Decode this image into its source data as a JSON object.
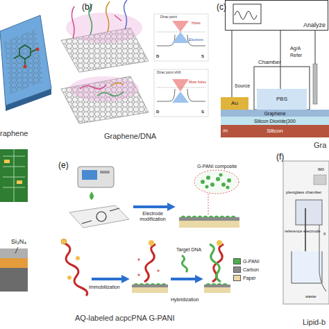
{
  "diagram": {
    "nodes": [
      {
        "text": [
          "Analyze"
        ]
      },
      {
        "text": [
          "PBS"
        ]
      },
      {
        "text": [
          "Au"
        ]
      },
      {
        "text": [
          "Graphene"
        ]
      },
      {
        "text": [
          "Silicon Dioxide(300"
        ]
      },
      {
        "text": [
          "Silicon"
        ]
      }
    ],
    "labels": [
      "raphene",
      "(b)",
      "Dirac point",
      "Holes",
      "Electrons",
      "D",
      "S",
      "Dirac point shift",
      "More holes",
      "D",
      "S",
      "Graphene/DNA",
      "(c)",
      "Chamber",
      "Ag/A",
      "Refer",
      "Source",
      "(b)",
      "Gra",
      "Si₃N₄",
      "(e)",
      "G-PANI composite",
      "Electrode modification",
      "Immobilization",
      "Target DNA",
      "Hybridization",
      "AQ-labeled acpcPNA G-PANI",
      "(f)",
      "wo",
      "plexiglass chamber",
      "reference electrode",
      "fl",
      "waste",
      "Lipid-b"
    ],
    "legend": [
      {
        "text": "G-PANI",
        "color": "#4cae4c"
      },
      {
        "text": "Carbon",
        "color": "#8a8a8a"
      },
      {
        "text": "Paper",
        "color": "#e9d9a6"
      }
    ]
  }
}
